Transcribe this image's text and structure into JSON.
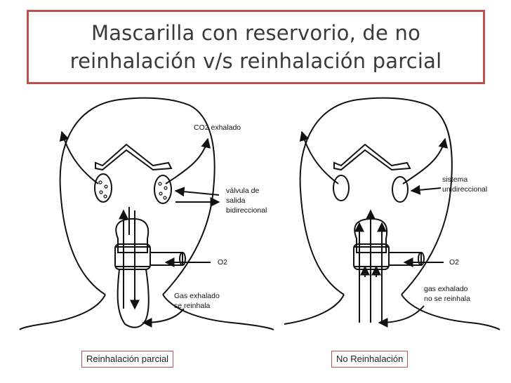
{
  "title": {
    "line1": "Mascarilla con reservorio, de no",
    "line2": "reinhalación  v/s reinhalación parcial"
  },
  "left_panel": {
    "label_co2": "CO2 exhalado",
    "label_valve_line1": "válvula de",
    "label_valve_line2": "salida",
    "label_valve_line3": "bidireccional",
    "label_o2": "O2",
    "label_gas_line1": "Gas exhalado",
    "label_gas_line2": "se reinhala",
    "caption": "Reinhalación parcial"
  },
  "right_panel": {
    "label_system_line1": "sistema",
    "label_system_line2": "unidireccional",
    "label_o2": "O2",
    "label_gas_line1": "gas exhalado",
    "label_gas_line2": "no se reinhala",
    "caption": "No Reinhalación"
  },
  "colors": {
    "accent_border": "#c0504d",
    "line": "#111111"
  }
}
